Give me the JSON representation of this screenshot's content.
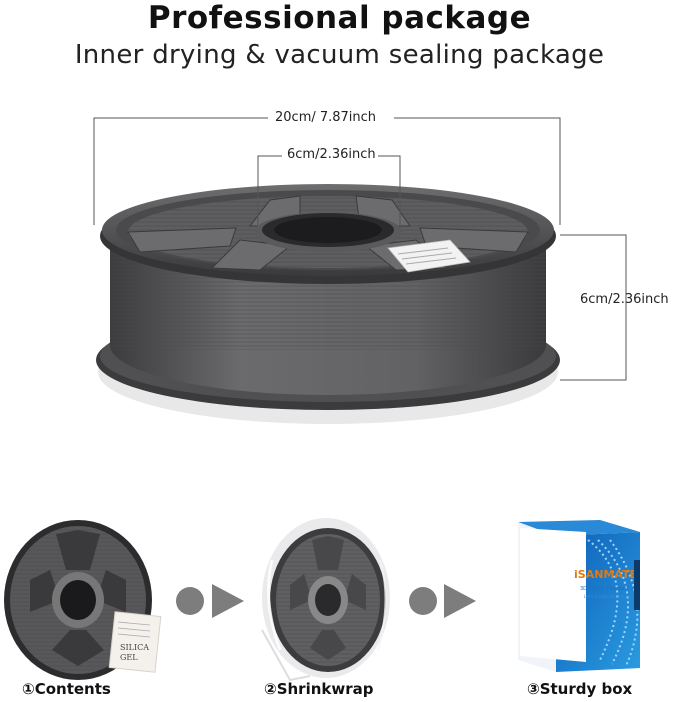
{
  "header": {
    "title": "Professional package",
    "subtitle": "Inner drying & vacuum sealing package"
  },
  "dimensions": {
    "width": "20cm/ 7.87inch",
    "core": "6cm/2.36inch",
    "height": "6cm/2.36inch"
  },
  "steps": [
    {
      "label": "①Contents"
    },
    {
      "label": "②Shrinkwrap"
    },
    {
      "label": "③Sturdy box"
    }
  ],
  "desiccant": {
    "line1": "SILICA",
    "line2": "GEL"
  },
  "box": {
    "brand": "iSANMATE",
    "product": "3D Printer Filament",
    "tagline": "Let's Create the Future"
  },
  "colors": {
    "filament": "#5a5a5c",
    "spool_dark": "#2c2c2e",
    "arrow": "#7d7d7d",
    "box_blue": "#1e7fd0"
  }
}
